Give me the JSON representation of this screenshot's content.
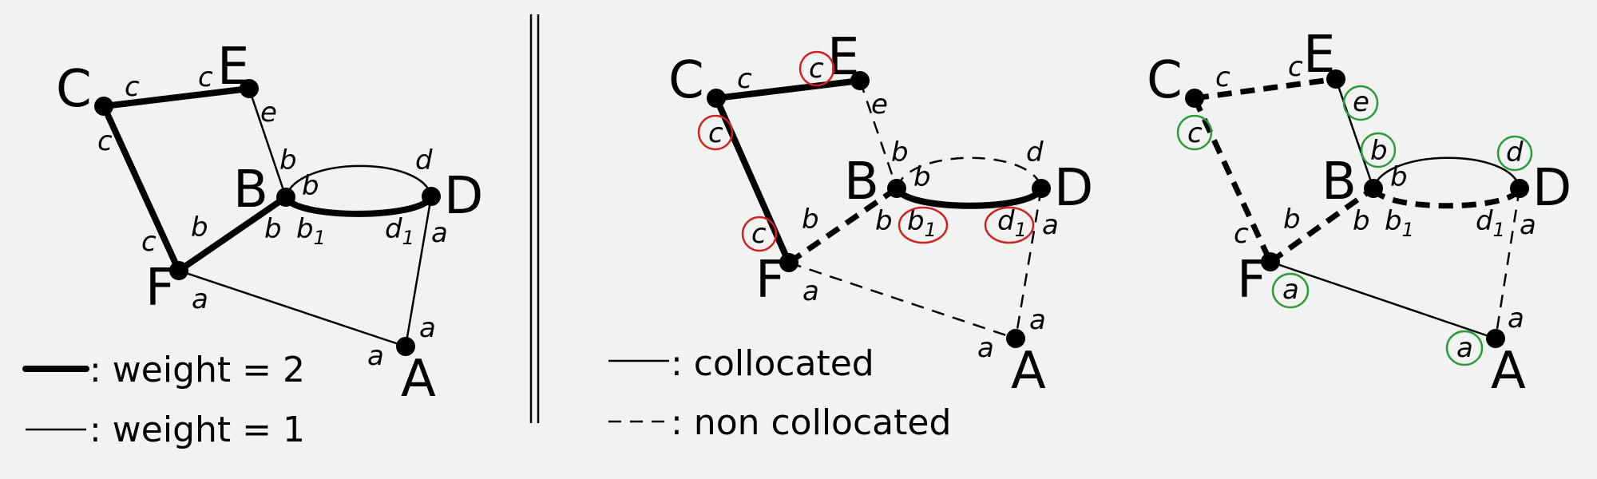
{
  "nodes": {
    "A": "A",
    "B": "B",
    "C": "C",
    "D": "D",
    "E": "E",
    "F": "F"
  },
  "labels": {
    "a": "a",
    "b": "b",
    "c": "c",
    "d": "d",
    "e": "e",
    "sub1": "1"
  },
  "legend_left": {
    "thick": ": weight = 2",
    "thin": ": weight = 1"
  },
  "legend_right": {
    "solid": ": collocated",
    "dashed": ": non collocated"
  },
  "colors": {
    "background": "#f1f3f2",
    "red_circle": "#d32020",
    "green_circle": "#2e9a3a"
  }
}
